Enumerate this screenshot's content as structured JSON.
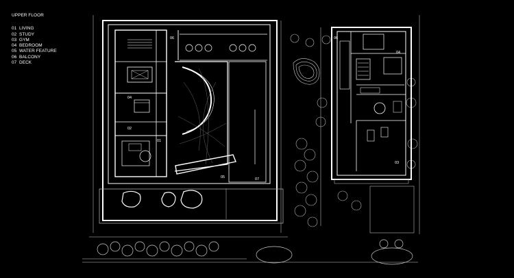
{
  "legend": {
    "title": "UPPER FLOOR",
    "items": [
      {
        "num": "01",
        "label": "LIVING"
      },
      {
        "num": "02",
        "label": "STUDY"
      },
      {
        "num": "03",
        "label": "GYM"
      },
      {
        "num": "04",
        "label": "BEDROOM"
      },
      {
        "num": "05",
        "label": "WATER FEATURE"
      },
      {
        "num": "06",
        "label": "BALCONY"
      },
      {
        "num": "07",
        "label": "DECK"
      }
    ]
  },
  "plan_labels": {
    "left_06": "06",
    "left_04": "04",
    "left_02": "02",
    "left_01": "01",
    "left_05": "05",
    "left_07": "07",
    "right_06": "06",
    "right_04": "04",
    "right_03": "03"
  },
  "colors": {
    "background": "#000000",
    "line": "#ffffff",
    "dim_line": "#8a8a8a"
  }
}
